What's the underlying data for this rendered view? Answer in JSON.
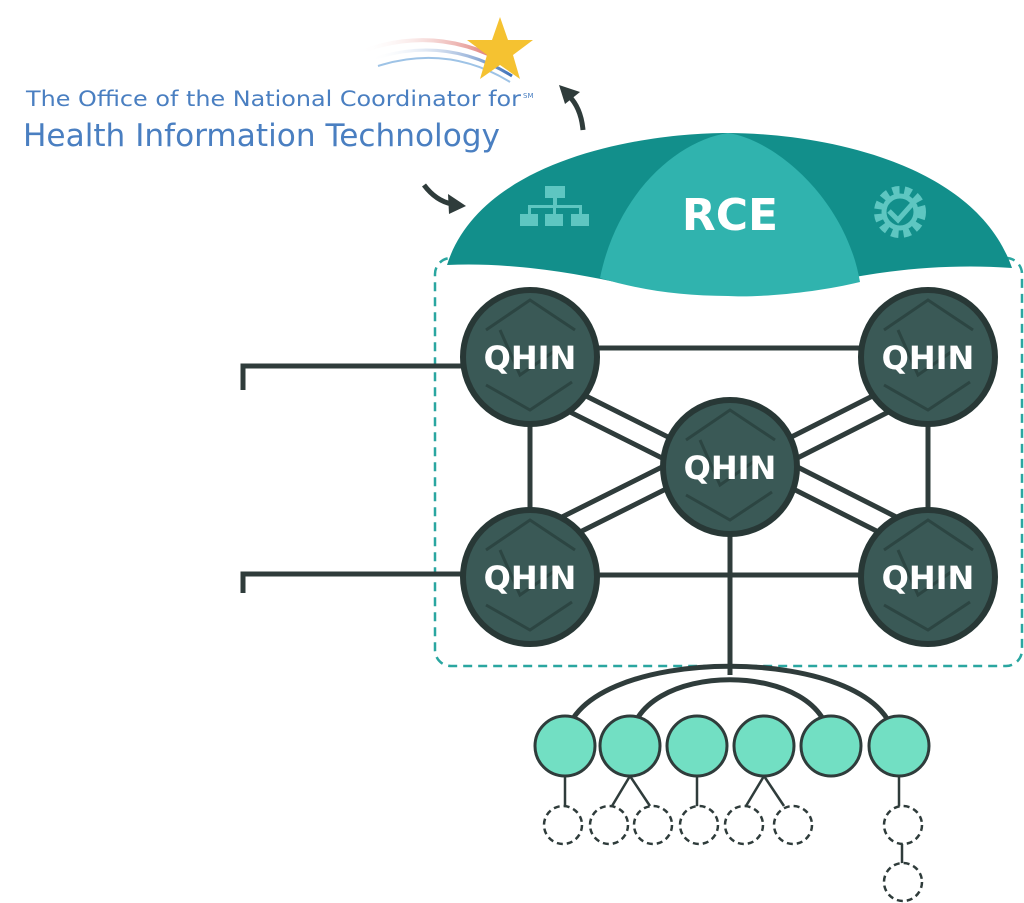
{
  "logo": {
    "line1": "The Office of the National Coordinator for",
    "line2": "Health Information Technology",
    "trademark": "SM"
  },
  "umbrella": {
    "label": "RCE",
    "left_icon": "org-chart-icon",
    "right_icon": "gear-check-icon"
  },
  "qhins": [
    {
      "label": "QHIN"
    },
    {
      "label": "QHIN"
    },
    {
      "label": "QHIN"
    },
    {
      "label": "QHIN"
    },
    {
      "label": "QHIN"
    }
  ],
  "colors": {
    "teal_dark": "#128f8b",
    "teal_light": "#30b3ae",
    "node_fill": "#3a5956",
    "node_stroke": "#283836",
    "participant_fill": "#72dfc3",
    "line": "#2f3c3b",
    "logo_blue": "#4a7fc1",
    "dashed_border": "#2aa6a0"
  }
}
